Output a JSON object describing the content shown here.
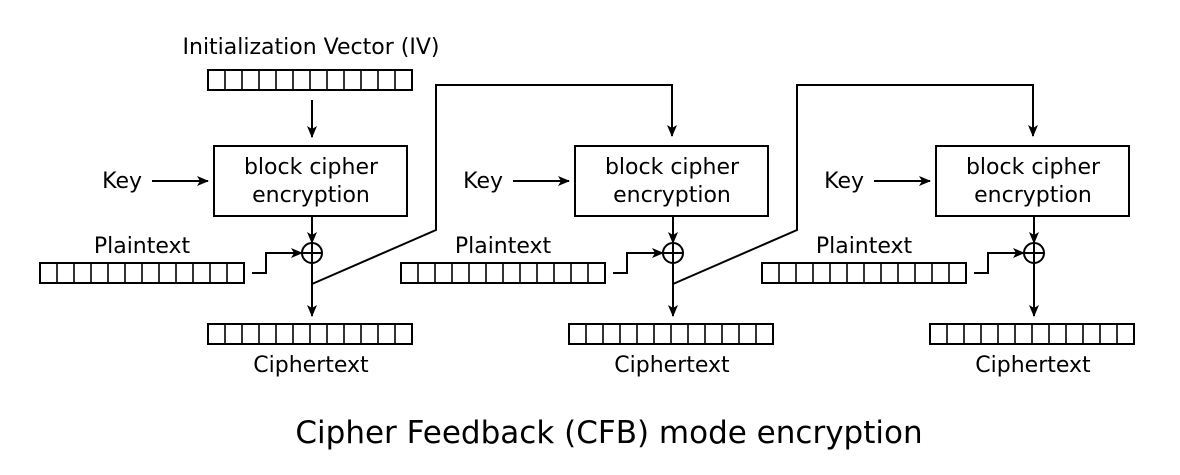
{
  "diagram": {
    "title": "Cipher Feedback (CFB) mode encryption",
    "iv_label": "Initialization Vector (IV)",
    "stages": [
      {
        "key_label": "Key",
        "cipher_label_line1": "block cipher",
        "cipher_label_line2": "encryption",
        "plaintext_label": "Plaintext",
        "ciphertext_label": "Ciphertext"
      },
      {
        "key_label": "Key",
        "cipher_label_line1": "block cipher",
        "cipher_label_line2": "encryption",
        "plaintext_label": "Plaintext",
        "ciphertext_label": "Ciphertext"
      },
      {
        "key_label": "Key",
        "cipher_label_line1": "block cipher",
        "cipher_label_line2": "encryption",
        "plaintext_label": "Plaintext",
        "ciphertext_label": "Ciphertext"
      }
    ]
  }
}
